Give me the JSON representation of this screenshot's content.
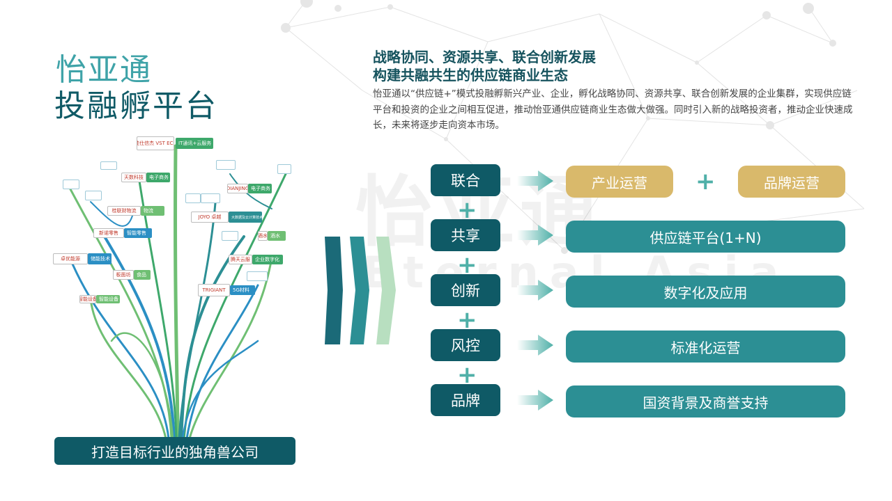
{
  "title": {
    "line1": "怡亚通",
    "line2": "投融孵平台"
  },
  "headline": {
    "line1": "战略协同、资源共享、联合创新发展",
    "line2": "构建共融共生的供应链商业生态"
  },
  "description": "怡亚通以“供应链+”模式投融孵新兴产业、企业，孵化战略协同、资源共享、联合创新发展的企业集群，实现供应链平台和投资的企业之间相互促进，推动怡亚通供应链商业生态做大做强。同时引入新的战略投资者，推动企业快速成长，未来将逐步走向资本市场。",
  "watermark": {
    "cn": "怡亚通",
    "en": "Eternal Asia"
  },
  "tree": {
    "banner": "打造目标行业的独角兽公司",
    "nodes": [
      {
        "id": "vst",
        "logo": "佳仕信杰 VST ECS",
        "tag": "IT通讯+云服务",
        "color": "#3ea86b"
      },
      {
        "id": "tiansou",
        "logo": "天数科技",
        "tag": "电子商务",
        "color": "#3ea86b"
      },
      {
        "id": "guilian",
        "logo": "桂联财物流",
        "tag": "物流",
        "color": "#6fbf73"
      },
      {
        "id": "xinnuo",
        "logo": "新诺零售",
        "tag": "智能零售",
        "color": "#2b8fc4"
      },
      {
        "id": "zhuoyou",
        "logo": "卓优能源",
        "tag": "储能技术",
        "color": "#2b8fc4"
      },
      {
        "id": "banmian",
        "logo": "板面坊",
        "tag": "食品",
        "color": "#6fbf73"
      },
      {
        "id": "smart",
        "logo": "智能设备",
        "tag": "智能设备",
        "color": "#6fbf73"
      },
      {
        "id": "dianzi",
        "logo": "DIANJING",
        "tag": "电子商务",
        "color": "#3ea86b"
      },
      {
        "id": "joyo",
        "logo": "JOYO 卓越",
        "tag": "大数据及云计算技术服务商",
        "color": "#2c8f94"
      },
      {
        "id": "qiye",
        "logo": "腾天云服",
        "tag": "企业数字化",
        "color": "#3ea86b"
      },
      {
        "id": "trigiant",
        "logo": "TRIGIANT",
        "tag": "5G材料",
        "color": "#2b8fc4"
      },
      {
        "id": "jiushui",
        "logo": "酒水",
        "tag": "酒水",
        "color": "#6fbf73"
      }
    ]
  },
  "flow": {
    "rows": [
      {
        "label": "联合",
        "targets": [
          "产业运营",
          "品牌运营"
        ]
      },
      {
        "label": "共享",
        "targets": [
          "供应链平台(1+N)"
        ]
      },
      {
        "label": "创新",
        "targets": [
          "数字化及应用"
        ]
      },
      {
        "label": "风控",
        "targets": [
          "标准化运营"
        ]
      },
      {
        "label": "品牌",
        "targets": [
          "国资背景及商誉支持"
        ]
      }
    ],
    "plus_symbol": "+"
  },
  "colors": {
    "dark_teal": "#0f5a66",
    "teal": "#2c8f94",
    "light_teal": "#3fa3a8",
    "gold": "#d9b96b",
    "green": "#3ea86b",
    "blue": "#2b8fc4"
  }
}
